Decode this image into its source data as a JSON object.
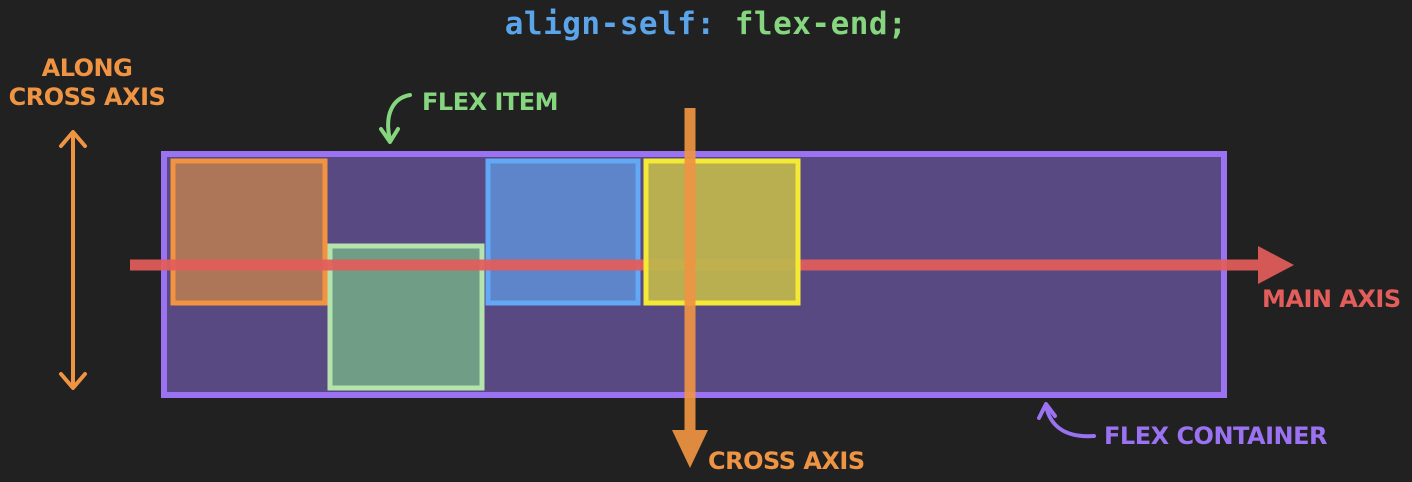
{
  "code": {
    "property": "align-self:",
    "value": "flex-end;"
  },
  "labels": {
    "along_cross_axis_line1": "ALONG",
    "along_cross_axis_line2": "CROSS AXIS",
    "flex_item": "FLEX ITEM",
    "main_axis": "MAIN AXIS",
    "cross_axis": "CROSS AXIS",
    "flex_container": "FLEX CONTAINER"
  },
  "colors": {
    "background": "#212121",
    "container_fill": "#584983",
    "container_border": "#9a72f2",
    "main_axis": "#e35d5b",
    "cross_axis": "#ef9443",
    "flex_item_label": "#86d67f",
    "item_orange": "#f2933f",
    "item_green": "#b4e3ad",
    "item_blue": "#62a8f5",
    "item_yellow": "#f4ea35"
  }
}
